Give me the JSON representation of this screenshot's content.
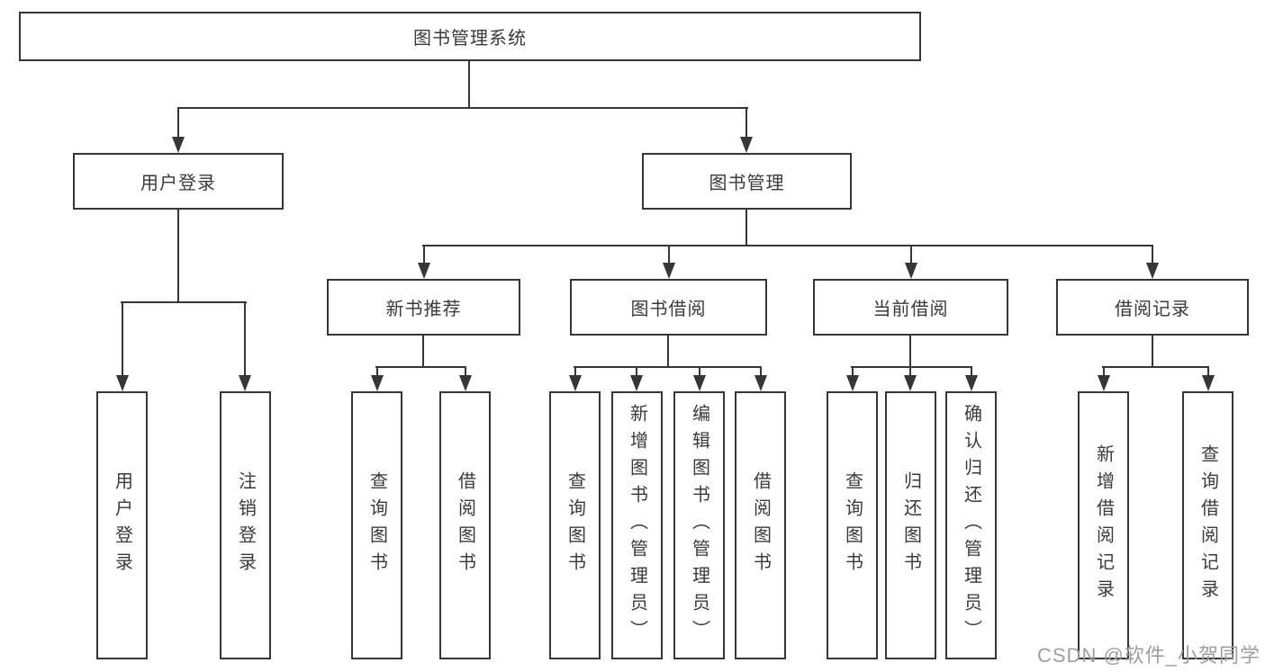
{
  "diagram": {
    "type": "tree-structure-diagram",
    "colors": {
      "line": "#363636",
      "box_border": "#363636",
      "text": "#3a3a3a",
      "background": "#ffffff",
      "watermark": "#9e9e9e"
    },
    "watermark": "CSDN @软件_小贺同学",
    "root": {
      "label": "图书管理系统",
      "children": [
        {
          "label": "用户登录",
          "children": [
            {
              "label": "用户登录"
            },
            {
              "label": "注销登录"
            }
          ]
        },
        {
          "label": "图书管理",
          "children": [
            {
              "label": "新书推荐",
              "children": [
                {
                  "label": "查询图书"
                },
                {
                  "label": "借阅图书"
                }
              ]
            },
            {
              "label": "图书借阅",
              "children": [
                {
                  "label": "查询图书"
                },
                {
                  "label": "新增图书（管理员）"
                },
                {
                  "label": "编辑图书（管理员）"
                },
                {
                  "label": "借阅图书"
                }
              ]
            },
            {
              "label": "当前借阅",
              "children": [
                {
                  "label": "查询图书"
                },
                {
                  "label": "归还图书"
                },
                {
                  "label": "确认归还（管理员）"
                }
              ]
            },
            {
              "label": "借阅记录",
              "children": [
                {
                  "label": "新增借阅记录"
                },
                {
                  "label": "查询借阅记录"
                }
              ]
            }
          ]
        }
      ]
    }
  }
}
